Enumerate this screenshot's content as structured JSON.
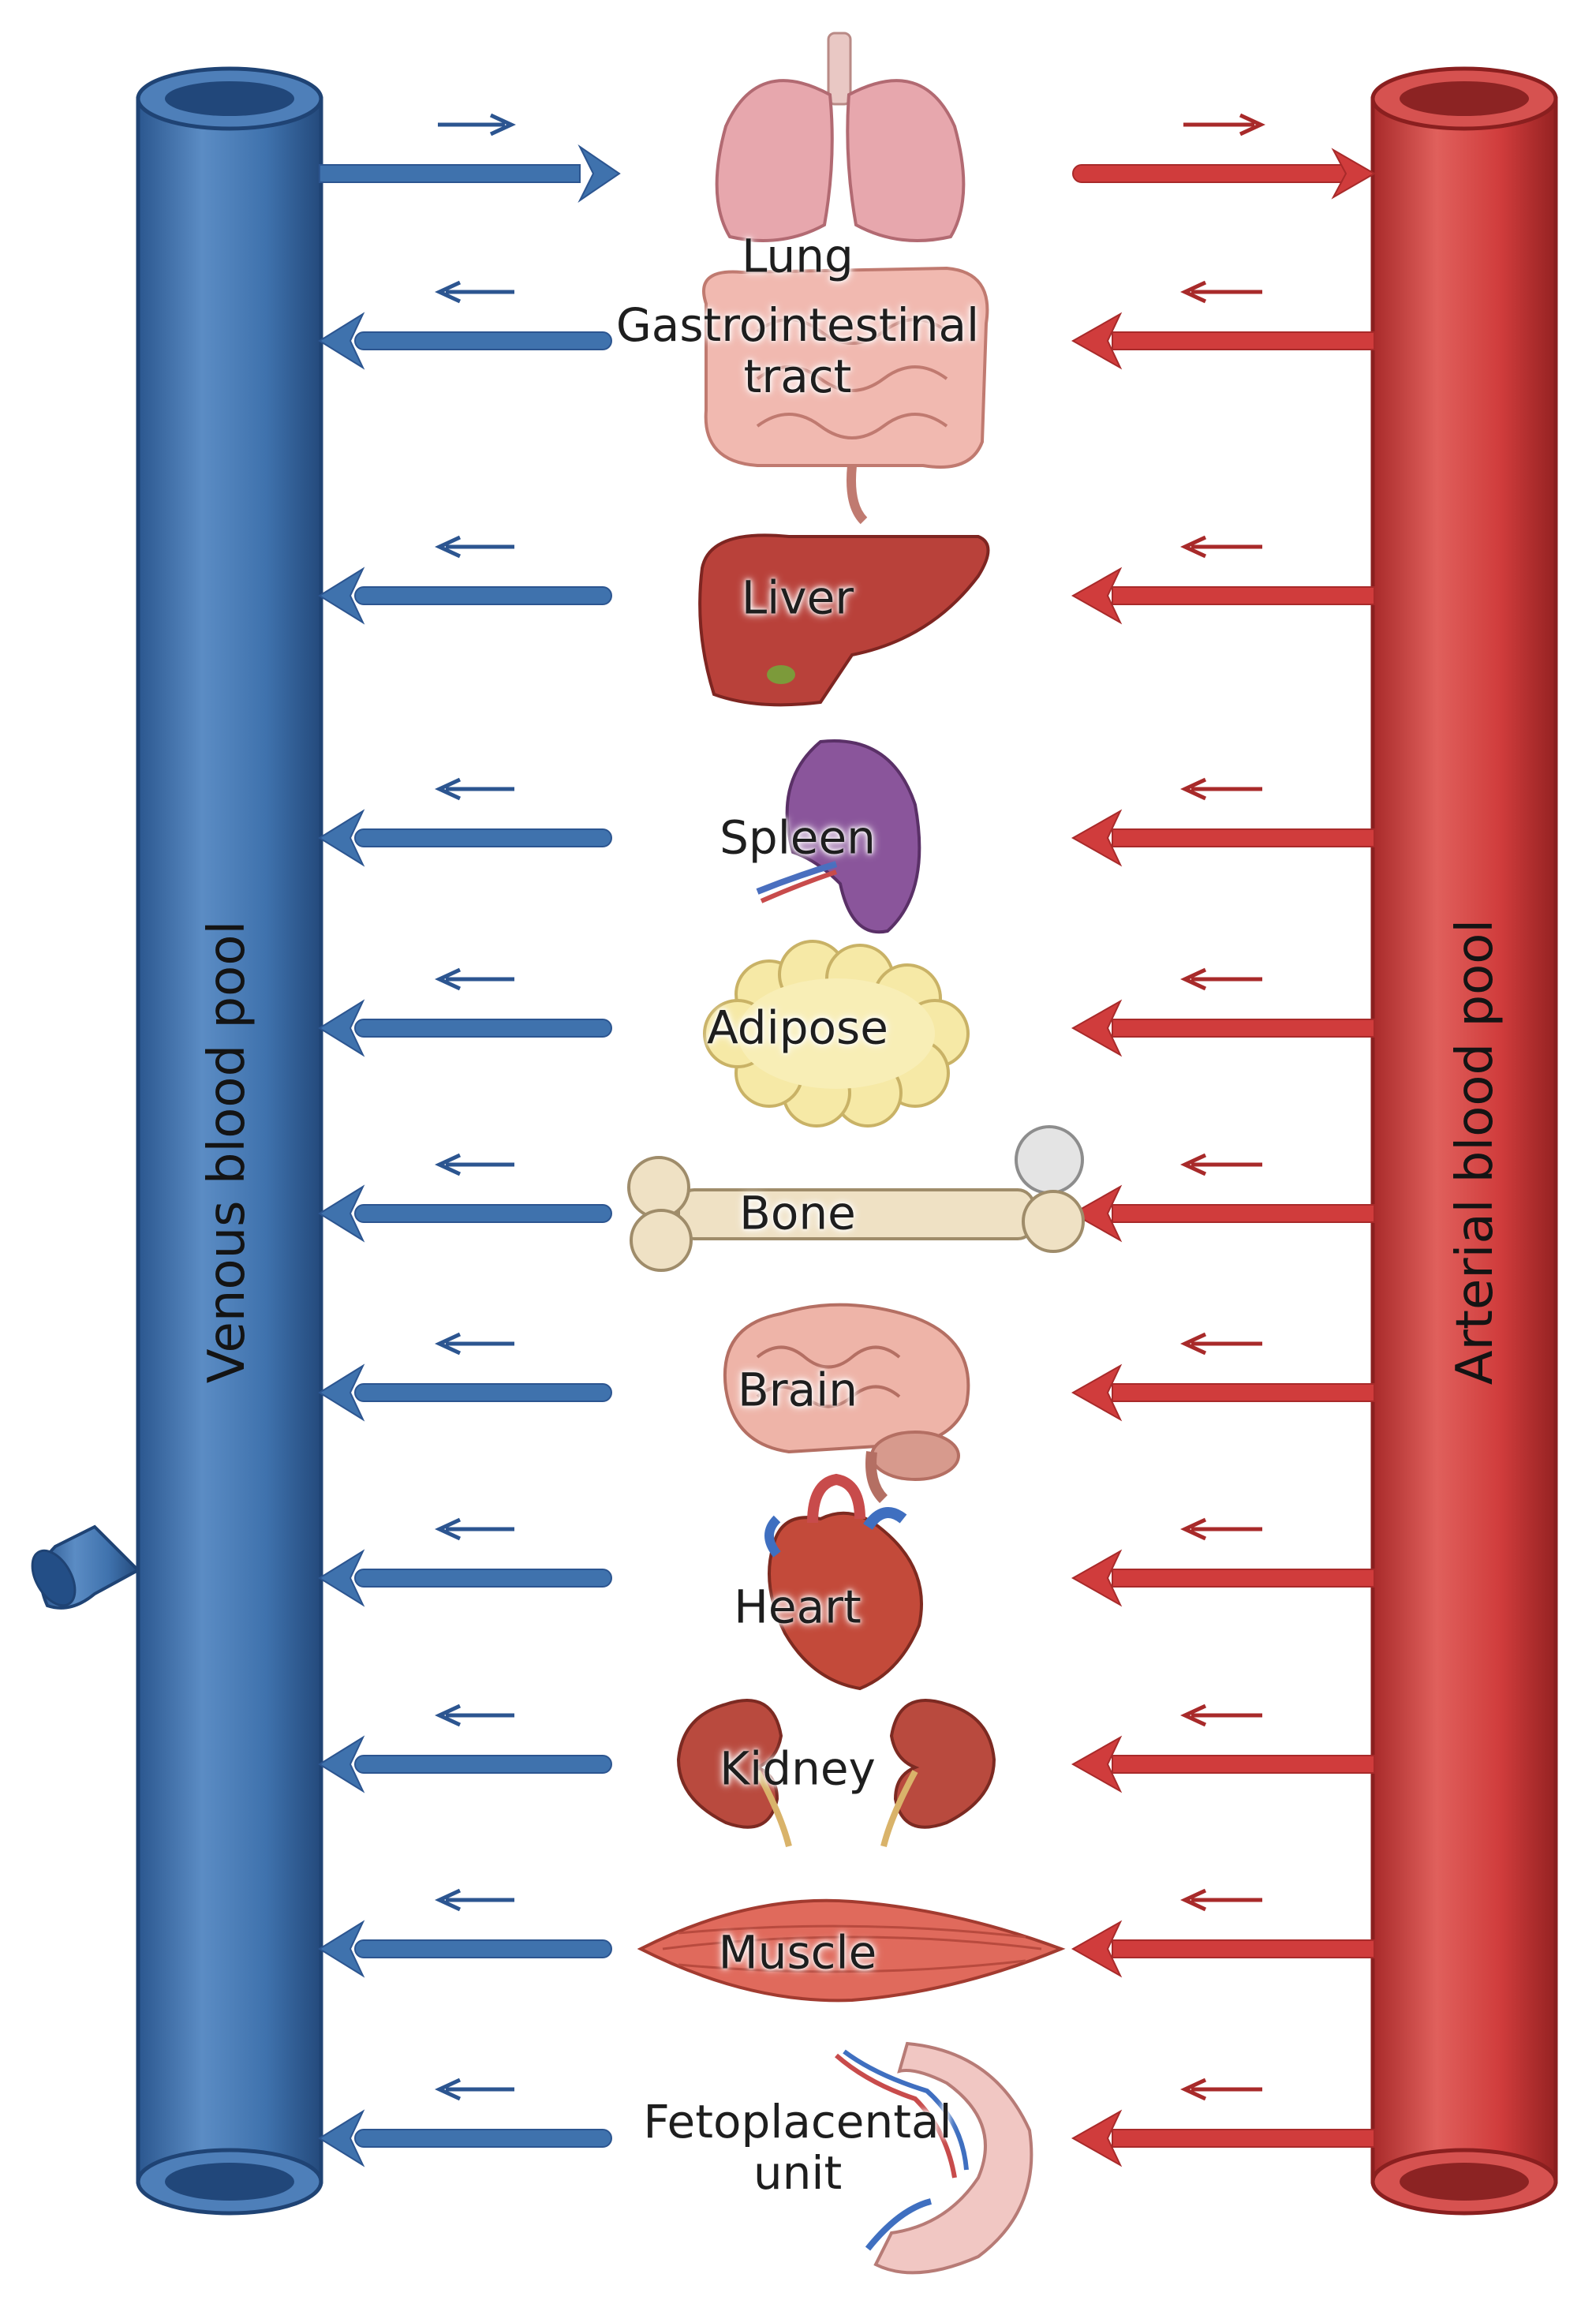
{
  "pools": {
    "venous": {
      "label": "Venous blood pool",
      "color": "#3f72ad"
    },
    "arterial": {
      "label": "Arterial blood pool",
      "color": "#d03c3c"
    }
  },
  "organs": [
    {
      "id": "lung",
      "lines": [
        "Lung"
      ],
      "icon": "lungs-icon"
    },
    {
      "id": "gi-tract",
      "lines": [
        "Gastrointestinal",
        "tract"
      ],
      "icon": "intestine-icon"
    },
    {
      "id": "liver",
      "lines": [
        "Liver"
      ],
      "icon": "liver-icon"
    },
    {
      "id": "spleen",
      "lines": [
        "Spleen"
      ],
      "icon": "spleen-icon"
    },
    {
      "id": "adipose",
      "lines": [
        "Adipose"
      ],
      "icon": "adipose-icon"
    },
    {
      "id": "bone",
      "lines": [
        "Bone"
      ],
      "icon": "bone-icon"
    },
    {
      "id": "brain",
      "lines": [
        "Brain"
      ],
      "icon": "brain-icon"
    },
    {
      "id": "heart",
      "lines": [
        "Heart"
      ],
      "icon": "heart-icon"
    },
    {
      "id": "kidney",
      "lines": [
        "Kidney"
      ],
      "icon": "kidney-icon"
    },
    {
      "id": "muscle",
      "lines": [
        "Muscle"
      ],
      "icon": "muscle-icon"
    },
    {
      "id": "fetoplacental",
      "lines": [
        "Fetoplacental",
        "unit"
      ],
      "icon": "placenta-icon"
    }
  ],
  "colors": {
    "venous": "#3f72ad",
    "venous_dark": "#2c5590",
    "arterial": "#d03c3c",
    "arterial_dark": "#a82a2a"
  }
}
